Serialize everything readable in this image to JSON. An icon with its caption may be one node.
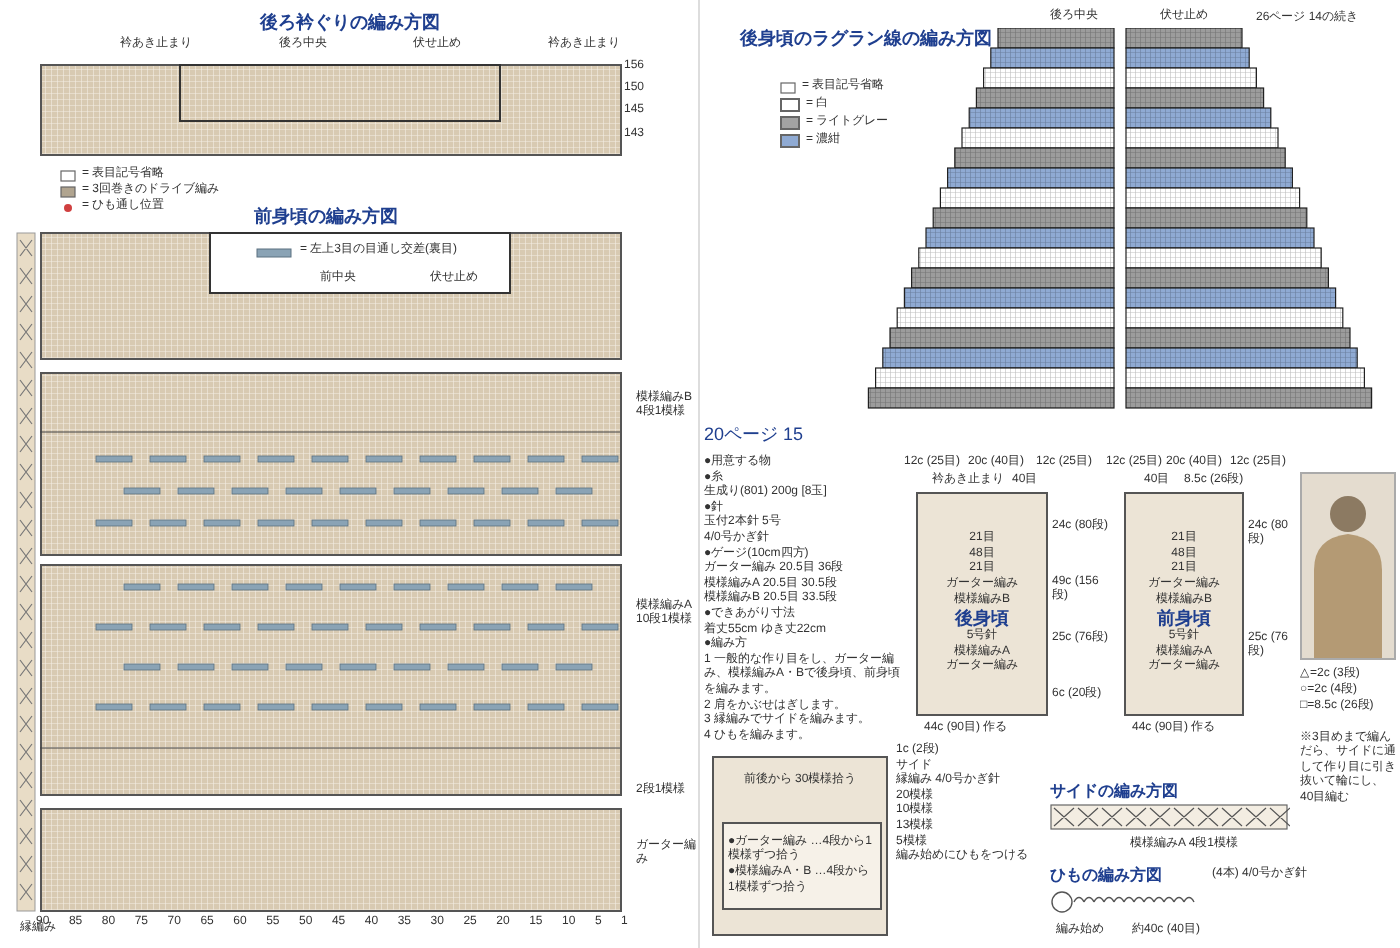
{
  "diagram": {
    "nodes": [
      {
        "text": [
          "後ろ衿ぐりの編み方図"
        ]
      },
      {
        "text": [
          "前身頃の編み方図"
        ]
      },
      {
        "text": [
          "後身頃のラグラン線の編み方図"
        ]
      },
      {
        "text": [
          "21目",
          "48目",
          "21目",
          "ガーター編み",
          "模様編みB",
          "後身頃",
          "5号針",
          "模様編みA",
          "ガーター編み"
        ]
      },
      {
        "text": [
          "21目",
          "48目",
          "21目",
          "ガーター編み",
          "模様編みB",
          "前身頃",
          "5号針",
          "模様編みA",
          "ガーター編み"
        ]
      },
      {
        "text": [
          "前後から 30模様拾う"
        ]
      },
      {
        "text": [
          "●ガーター編み …4段から1模様ずつ拾う",
          "●模様編みA・B …4段から1模様ずつ拾う"
        ],
        "in": 5
      },
      {
        "text": [],
        "shape": "picture"
      },
      {
        "text": [
          "サイドの編み方図"
        ],
        "beside": [
          "模様編みA 4段1模様"
        ]
      },
      {
        "text": [
          "ひもの編み方図"
        ],
        "beside": [
          "(4本) 4/0号かぎ針"
        ]
      }
    ],
    "labels": [
      "衿あき止まり",
      "後ろ中央",
      "伏せ止め",
      "衿あき止まり",
      "156",
      "150",
      "145",
      "143",
      "= 左上3目の目通し交差(裏目)",
      "前中央",
      "伏せ止め",
      "模様編みB 4段1模様",
      "模様編みA 10段1模様",
      "2段1模様",
      "ガーター編み",
      "縁編み",
      "90",
      "85",
      "80",
      "75",
      "70",
      "65",
      "60",
      "55",
      "50",
      "45",
      "40",
      "35",
      "30",
      "25",
      "20",
      "15",
      "10",
      "5",
      "1",
      "後ろ中央",
      "伏せ止め",
      "26ページ 14の続き",
      "20ページ 15",
      "●用意する物",
      "●糸",
      "生成り(801) 200g [8玉]",
      "●針",
      "玉付2本針 5号",
      "4/0号かぎ針",
      "●ゲージ(10cm四方)",
      "ガーター編み 20.5目 36段",
      "模様編みA 20.5目 30.5段",
      "模様編みB 20.5目 33.5段",
      "●できあがり寸法",
      "着丈55cm ゆき丈22cm",
      "●編み方",
      "1 一般的な作り目をし、ガーター編み、模様編みA・Bで後身頃、前身頃を編みます。",
      "2 肩をかぶせはぎします。",
      "3 縁編みでサイドを編みます。",
      "4 ひもを編みます。",
      "12c (25目)",
      "20c (40目)",
      "12c (25目)",
      "衿あき止まり",
      "40目",
      "24c (80段)",
      "49c (156段)",
      "25c (76段)",
      "6c (20段)",
      "44c (90目) 作る",
      "12c (25目)",
      "20c (40目)",
      "12c (25目)",
      "40目",
      "8.5c (26段)",
      "24c (80段)",
      "25c (76段)",
      "44c (90目) 作る",
      "△=2c (3段)",
      "○=2c (4段)",
      "□=8.5c (26段)",
      "1c (2段)",
      "サイド",
      "縁編み 4/0号かぎ針",
      "20模様",
      "10模様",
      "13模様",
      "5模様",
      "編み始めにひもをつける",
      "編み始め",
      "約40c (40目)",
      "※3目めまで編んだら、サイドに通して作り目に引き抜いて輪にし、40目編む"
    ],
    "legend": [
      {
        "text": "= 表目記号省略"
      },
      {
        "text": "= 3回巻きのドライブ編み"
      },
      {
        "text": "= ひも通し位置"
      },
      {
        "text": "= 表目記号省略"
      },
      {
        "text": "= 白",
        "color": "#ffffff"
      },
      {
        "text": "= ライトグレー",
        "color": "#a3a3a3"
      },
      {
        "text": "= 濃紺",
        "color": "#8faad3"
      }
    ]
  }
}
